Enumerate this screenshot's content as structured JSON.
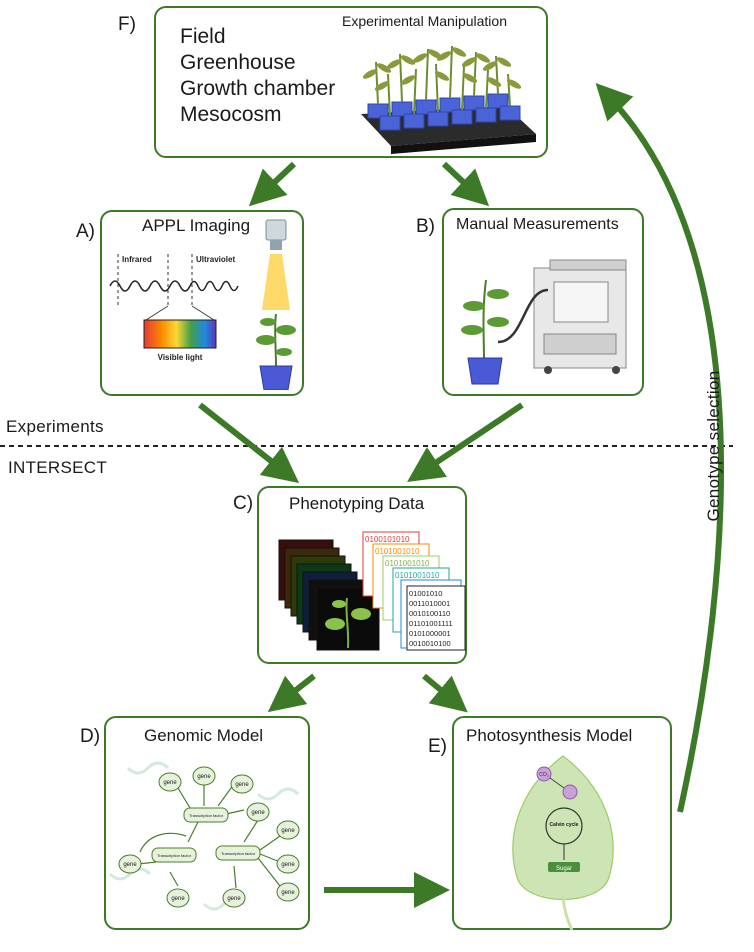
{
  "panels": {
    "f": {
      "letter": "F)",
      "title": "Experimental Manipulation",
      "environments": [
        "Field",
        "Greenhouse",
        "Growth chamber",
        "Mesocosm"
      ]
    },
    "a": {
      "letter": "A)",
      "title": "APPL Imaging",
      "infrared": "Infrared",
      "ultraviolet": "Ultraviolet",
      "visible": "Visible light"
    },
    "b": {
      "letter": "B)",
      "title": "Manual Measurements"
    },
    "c": {
      "letter": "C)",
      "title": "Phenotyping Data",
      "binary_rows": [
        "01001010",
        "0011010001",
        "0010100110",
        "01101001111",
        "0101000001",
        "0010010100"
      ]
    },
    "d": {
      "letter": "D)",
      "title": "Genomic Model",
      "gene": "gene",
      "tf": "Transcription factor"
    },
    "e": {
      "letter": "E)",
      "title": "Photosynthesis Model",
      "co2": "CO₂",
      "cycle": "Calvin cycle",
      "sugar": "Sugar"
    }
  },
  "labels": {
    "experiments": "Experiments",
    "intersect": "INTERSECT",
    "genotype_selection": "Genotype selection"
  },
  "colors": {
    "arrow": "#3d7a27",
    "border": "#3d7a27",
    "leaf": "#cde5b5"
  }
}
